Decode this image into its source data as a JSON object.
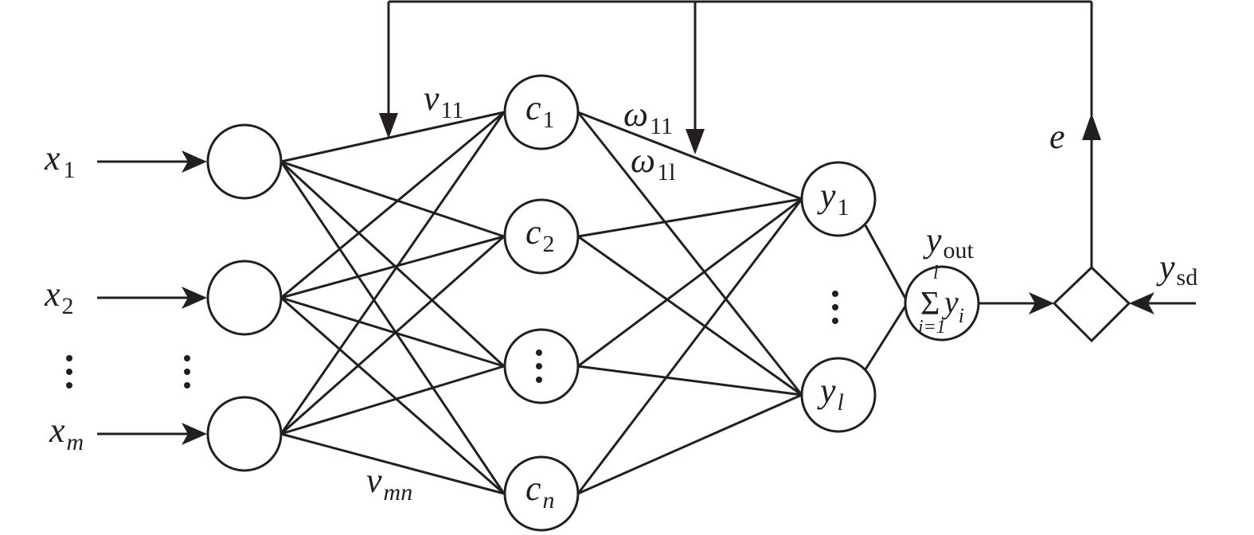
{
  "diagram": {
    "title": "Neural network with error feedback",
    "colors": {
      "stroke": "#231f20",
      "background": "#ffffff"
    },
    "inputs": [
      {
        "id": "x1",
        "label": "x",
        "sub": "1"
      },
      {
        "id": "x2",
        "label": "x",
        "sub": "2"
      },
      {
        "id": "xm",
        "label": "x",
        "sub": "m"
      }
    ],
    "hidden": [
      {
        "id": "c1",
        "label": "c",
        "sub": "1"
      },
      {
        "id": "c2",
        "label": "c",
        "sub": "2"
      },
      {
        "id": "c_ellipsis",
        "label": "⋮",
        "sub": ""
      },
      {
        "id": "cn",
        "label": "c",
        "sub": "n"
      }
    ],
    "outputs": [
      {
        "id": "y1",
        "label": "y",
        "sub": "1"
      },
      {
        "id": "yl",
        "label": "y",
        "sub": "l"
      }
    ],
    "weights": {
      "v11": {
        "label": "v",
        "sub": "11"
      },
      "vmn": {
        "label": "v",
        "sub": "mn"
      },
      "w11": {
        "label": "ω",
        "sub": "11"
      },
      "w1l": {
        "label": "ω",
        "sub": "1l"
      }
    },
    "sum_node": {
      "sigma": "Σ",
      "upper": "l",
      "lower": "i=1",
      "term": "y",
      "term_sub": "i"
    },
    "yout": {
      "label": "y",
      "sub": "out"
    },
    "ysd": {
      "label": "y",
      "sub": "sd"
    },
    "error": {
      "label": "e"
    },
    "ellipsis": "⋮"
  }
}
